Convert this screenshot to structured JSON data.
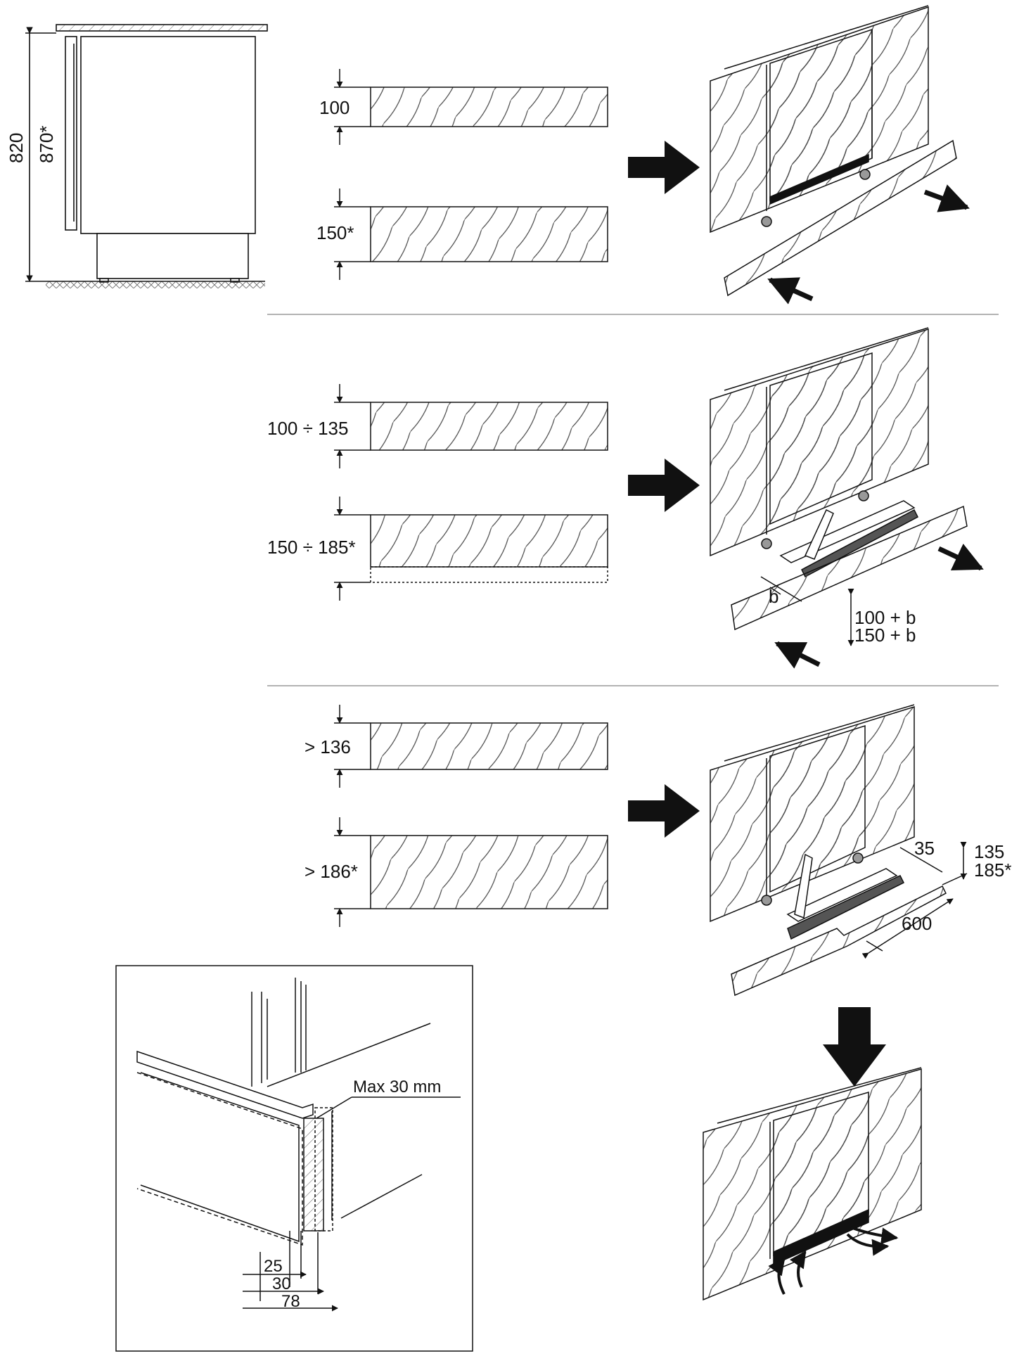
{
  "appliance_side_view": {
    "height_label": "820",
    "height_alt_label": "870*"
  },
  "rows": [
    {
      "plinth_top": "100",
      "plinth_bottom": "150*"
    },
    {
      "plinth_top": "100 ÷ 135",
      "plinth_bottom": "150 ÷ 185*",
      "cut_width_label": "b",
      "result_top": "100 + b",
      "result_bottom": "150 + b"
    },
    {
      "plinth_top": "> 136",
      "plinth_bottom": "> 186*",
      "depth_label": "35",
      "height_top": "135",
      "height_bottom": "185*",
      "length_label": "600"
    }
  ],
  "detail_inset": {
    "max_gap_label": "Max 30 mm",
    "dim_a": "25",
    "dim_b": "30",
    "dim_c": "78"
  },
  "colors": {
    "line": "#111111",
    "hatch": "#333333",
    "divider": "#9a9a9a"
  }
}
